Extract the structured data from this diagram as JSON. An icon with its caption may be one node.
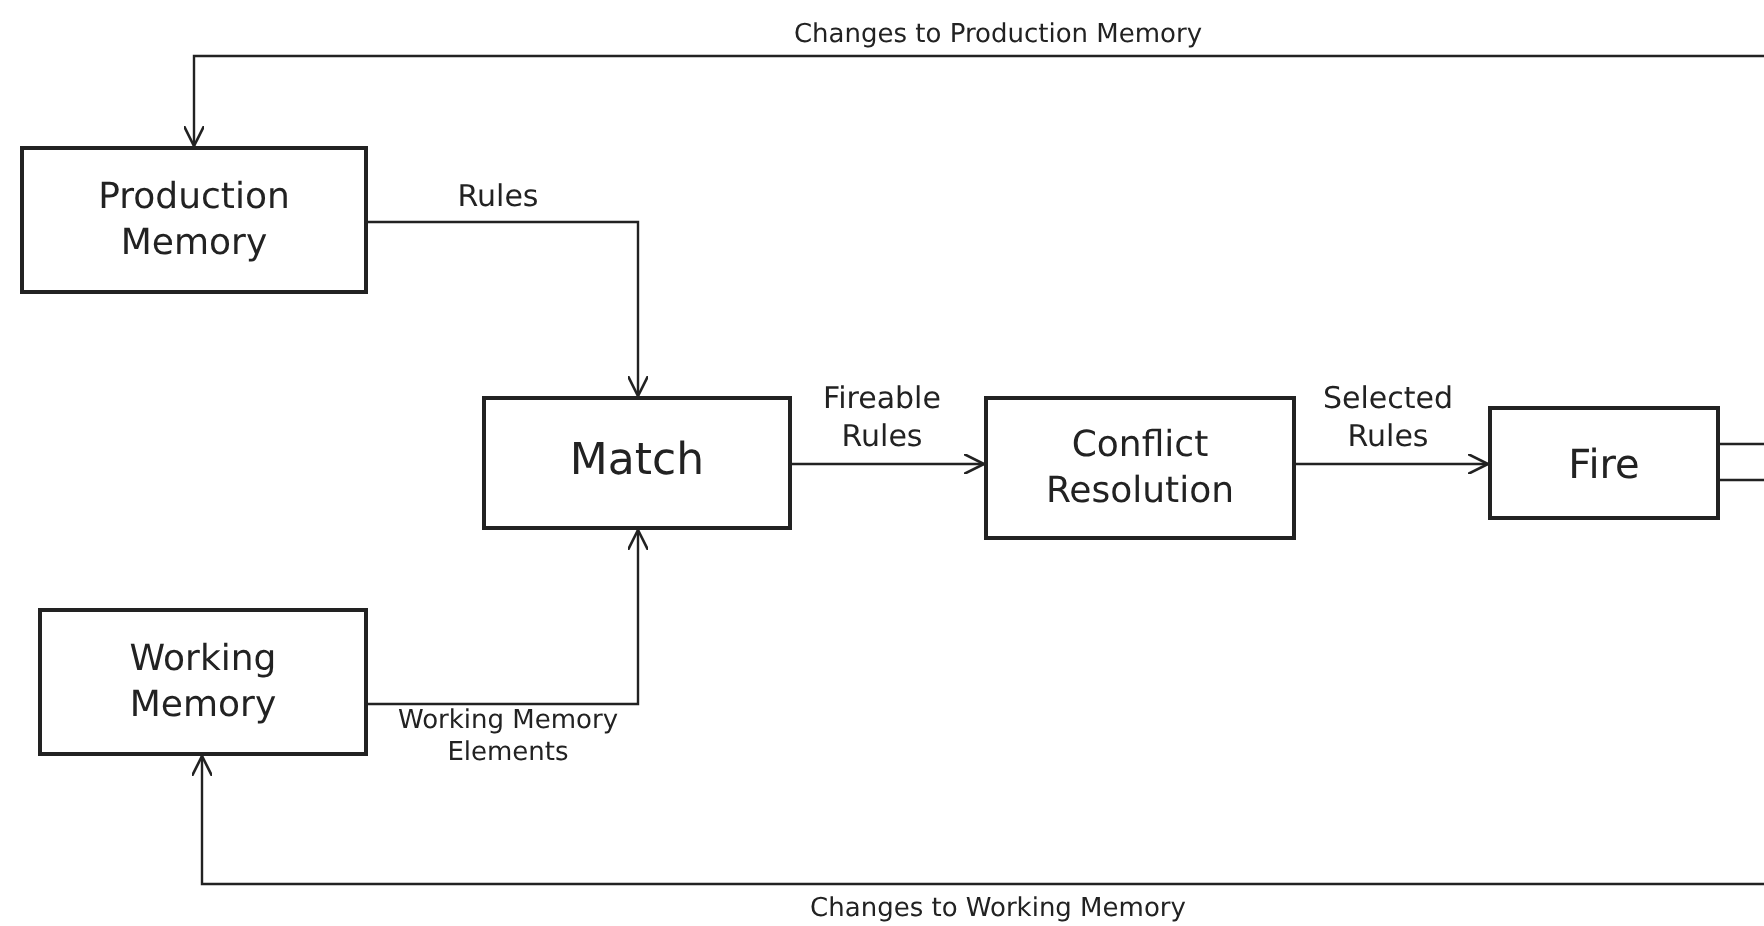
{
  "diagram": {
    "nodes": [
      {
        "text": [
          "Production Memory"
        ]
      },
      {
        "text": [
          "Working Memory"
        ]
      },
      {
        "text": [
          "Match"
        ]
      },
      {
        "text": [
          "Conflict Resolution"
        ]
      },
      {
        "text": [
          "Fire"
        ]
      }
    ],
    "edges": [
      {
        "from": 0,
        "to": 2,
        "arrow": "to",
        "label": "Rules"
      },
      {
        "from": 1,
        "to": 2,
        "arrow": "to",
        "label": "Working Memory Elements"
      },
      {
        "from": 2,
        "to": 3,
        "arrow": "to",
        "label": "Fireable Rules"
      },
      {
        "from": 3,
        "to": 4,
        "arrow": "to",
        "label": "Selected Rules"
      },
      {
        "from": 4,
        "to": 0,
        "arrow": "to",
        "label": "Changes to Production Memory"
      },
      {
        "from": 4,
        "to": 1,
        "arrow": "to",
        "label": "Changes to Working Memory"
      }
    ]
  }
}
